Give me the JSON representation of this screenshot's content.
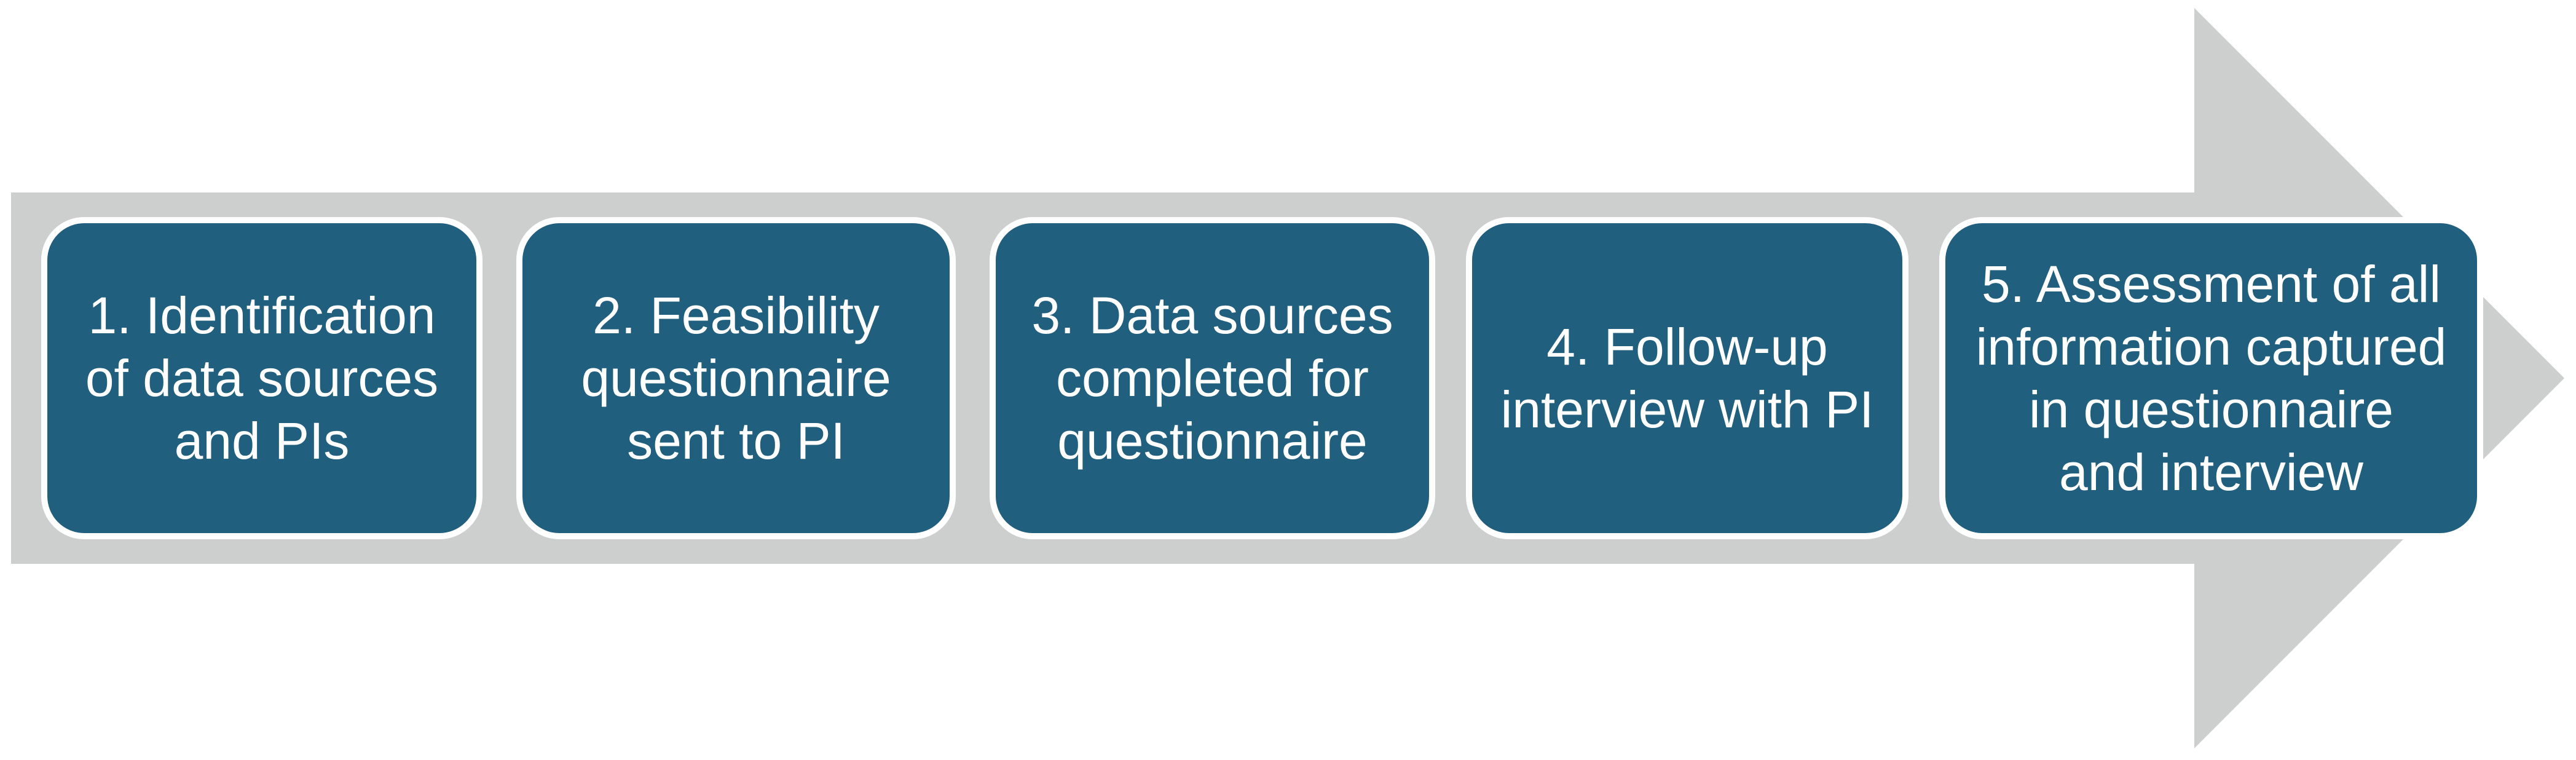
{
  "diagram": {
    "type": "process-arrow",
    "direction": "right",
    "colors": {
      "background": "#FFFFFF",
      "arrow": "#CCCFCE",
      "box_fill": "#205F7E",
      "box_border": "#FFFFFF",
      "text": "#FFFFFF"
    },
    "steps": [
      {
        "label": "1. Identification\nof data sources\nand PIs"
      },
      {
        "label": "2. Feasibility\nquestionnaire\nsent to PI"
      },
      {
        "label": "3. Data sources\ncompleted for\nquestionnaire"
      },
      {
        "label": "4. Follow-up\ninterview with PI"
      },
      {
        "label": "5. Assessment of all\ninformation captured\nin questionnaire\nand interview"
      }
    ]
  }
}
